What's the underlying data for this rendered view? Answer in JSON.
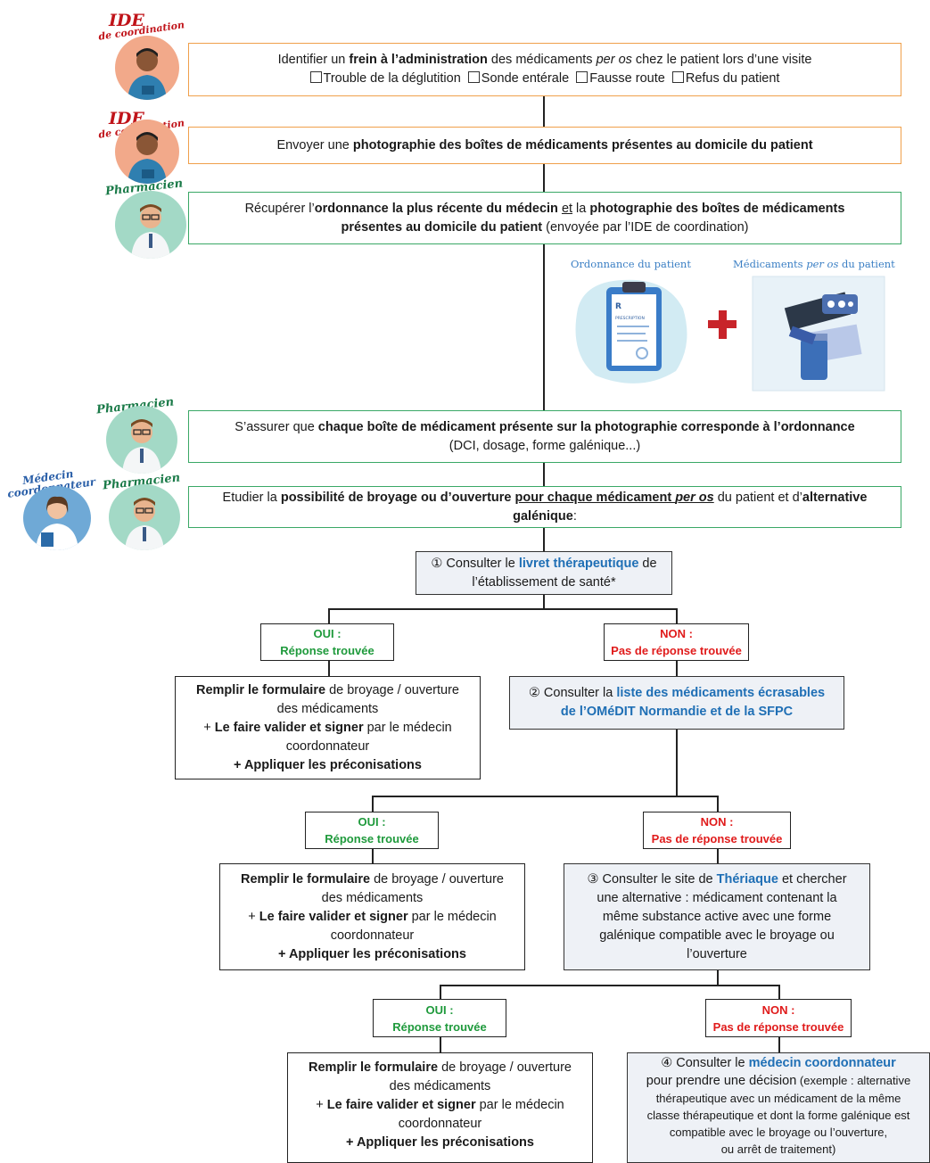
{
  "roles": {
    "ide1": "IDE",
    "ide1_sub": "de coordination",
    "ide2": "IDE",
    "ide2_sub": "de coordination",
    "pharm1": "Pharmacien",
    "pharm2": "Pharmacien",
    "pharm3": "Pharmacien",
    "medecin": "Médecin",
    "medecin_sub": "coordonnateur"
  },
  "step1": {
    "t1": "Identifier un ",
    "b1": "frein à l’administration",
    "t2": " des médicaments ",
    "i1": "per os",
    "t3": " chez le patient lors d’une visite",
    "opt1": "Trouble de la déglutition",
    "opt2": "Sonde entérale",
    "opt3": "Fausse route",
    "opt4": "Refus du patient"
  },
  "step2": {
    "t1": "Envoyer une ",
    "b1": "photographie des boîtes de médicaments présentes au domicile du patient"
  },
  "step3": {
    "t1": "Récupérer l’",
    "b1": "ordonnance la plus récente du médecin",
    "u1": "et",
    "t2": " la ",
    "b2": "photographie des boîtes de médicaments",
    "b3": "présentes au domicile du patient",
    "t3": " (envoyée par l’IDE de coordination)"
  },
  "illustration": {
    "cap1": "Ordonnance du patient",
    "cap2a": "Médicaments ",
    "cap2i": "per os",
    "cap2b": " du patient",
    "rx": "PRESCRIPTION"
  },
  "step4": {
    "t1": "S’assurer que ",
    "b1": "chaque boîte de médicament présente sur la photographie corresponde à l’ordonnance",
    "t2": "(DCI, dosage, forme galénique...)"
  },
  "step5": {
    "t1": "Etudier la ",
    "b1": "possibilité de broyage ou d’ouverture ",
    "bu1": "pour chaque médicament ",
    "bui": "per os",
    "t2": " du patient",
    "t3": " et d’",
    "b2": "alternative",
    "b3": "galénique",
    "t4": ":"
  },
  "q1": {
    "num": "①",
    "t1": " Consulter le ",
    "hl": "livret thérapeutique",
    "t2": " de",
    "t3": "l’établissement de santé*"
  },
  "q2": {
    "num": "②",
    "t1": " Consulter la ",
    "hl1": "liste des médicaments écrasables",
    "hl2": "de l’OMéDIT Normandie et de la SFPC"
  },
  "q3": {
    "num": "③",
    "t1": " Consulter le site de ",
    "hl": "Thériaque",
    "t2": " et chercher",
    "t3": "une alternative : médicament contenant la",
    "t4": "même substance active avec une forme",
    "t5": "galénique compatible avec le broyage ou",
    "t6": "l’ouverture"
  },
  "q4": {
    "num": "④",
    "t1": " Consulter le ",
    "hl": "médecin coordonnateur",
    "t2": "pour prendre une décision",
    "t3": " (exemple : alternative",
    "t4": "thérapeutique avec un médicament de la même",
    "t5": "classe thérapeutique et dont la forme galénique est",
    "t6": "compatible avec le broyage ou l’ouverture,",
    "t7": "ou arrêt de traitement)"
  },
  "yes": {
    "l1": "OUI :",
    "l2": "Réponse trouvée"
  },
  "no": {
    "l1": "NON :",
    "l2": "Pas de réponse trouvée"
  },
  "fill": {
    "b1": "Remplir le formulaire",
    "t1": " de broyage / ouverture",
    "t2": "des médicaments",
    "p": "+ ",
    "b2": "Le faire valider et signer",
    "t3": " par le médecin",
    "t4": "coordonnateur",
    "b3": "+ Appliquer les préconisations"
  }
}
